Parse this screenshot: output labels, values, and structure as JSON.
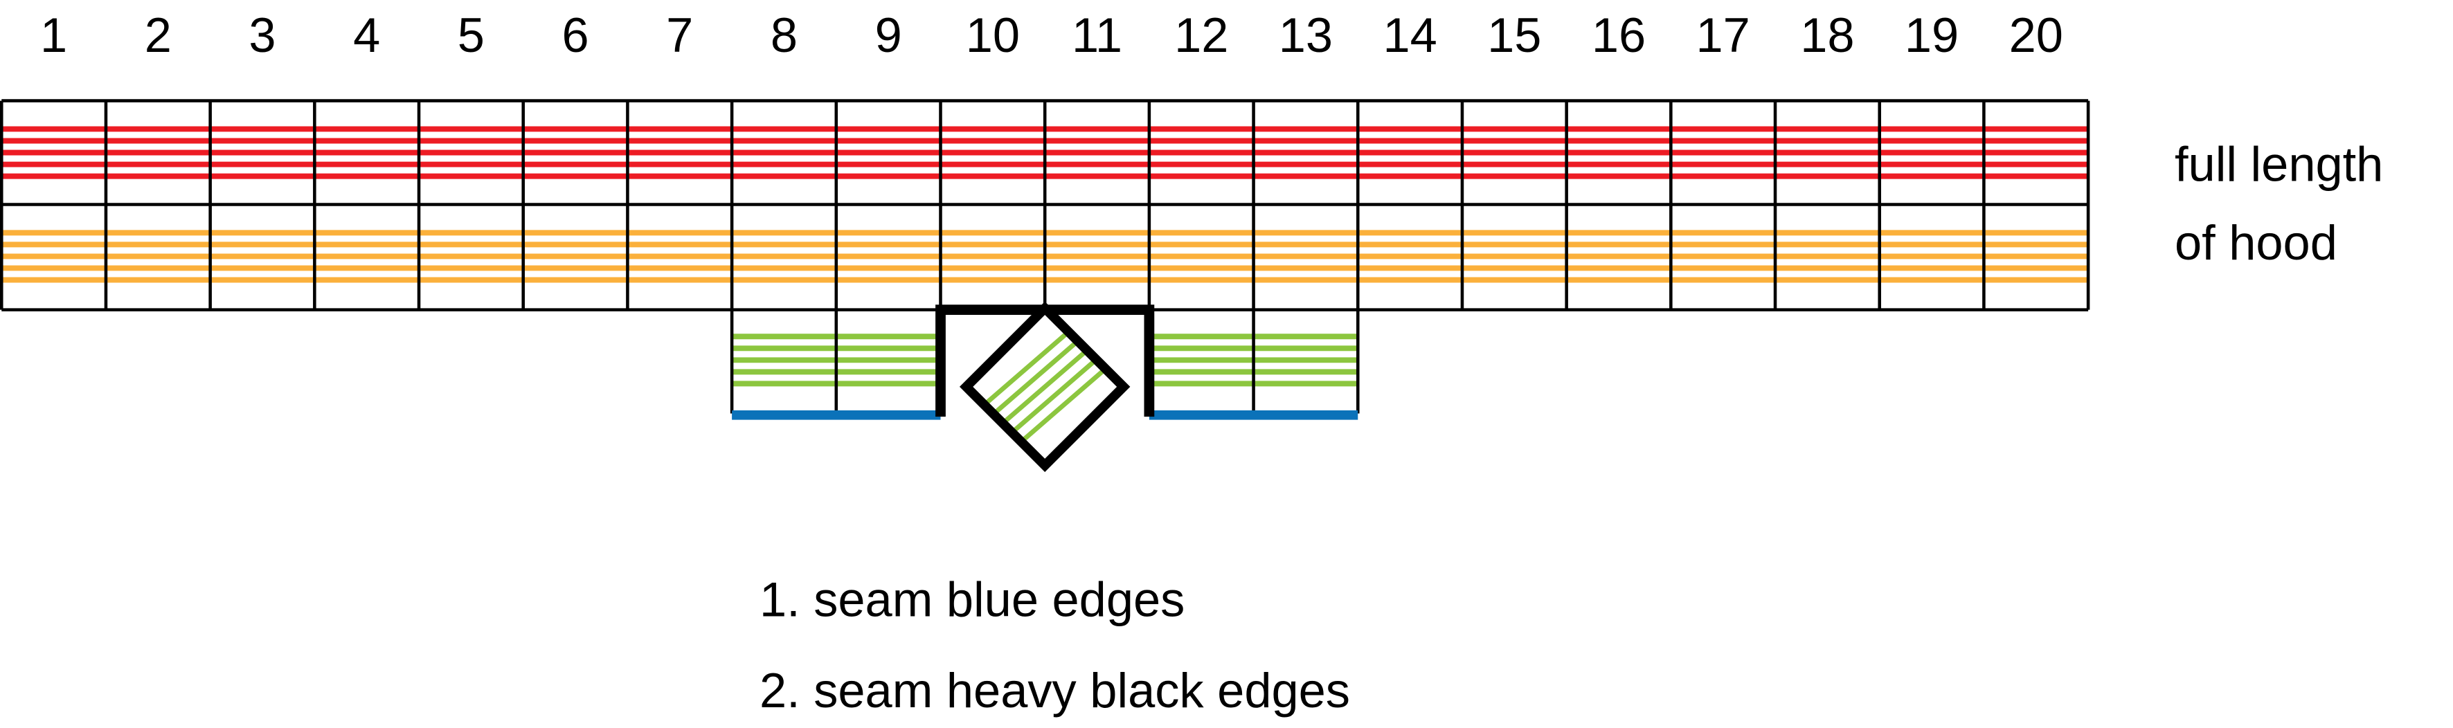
{
  "columns": [
    "1",
    "2",
    "3",
    "4",
    "5",
    "6",
    "7",
    "8",
    "9",
    "10",
    "11",
    "12",
    "13",
    "14",
    "15",
    "16",
    "17",
    "18",
    "19",
    "20"
  ],
  "side_label": [
    "full length",
    "of hood"
  ],
  "legend": [
    "1. seam blue edges",
    "2. seam heavy black edges"
  ],
  "colors": {
    "red": "#ed1c24",
    "orange": "#fbb03b",
    "green": "#8cc63f",
    "blue": "#0b72b9",
    "black": "#000000"
  },
  "green_columns": [
    8,
    9,
    12,
    13
  ]
}
